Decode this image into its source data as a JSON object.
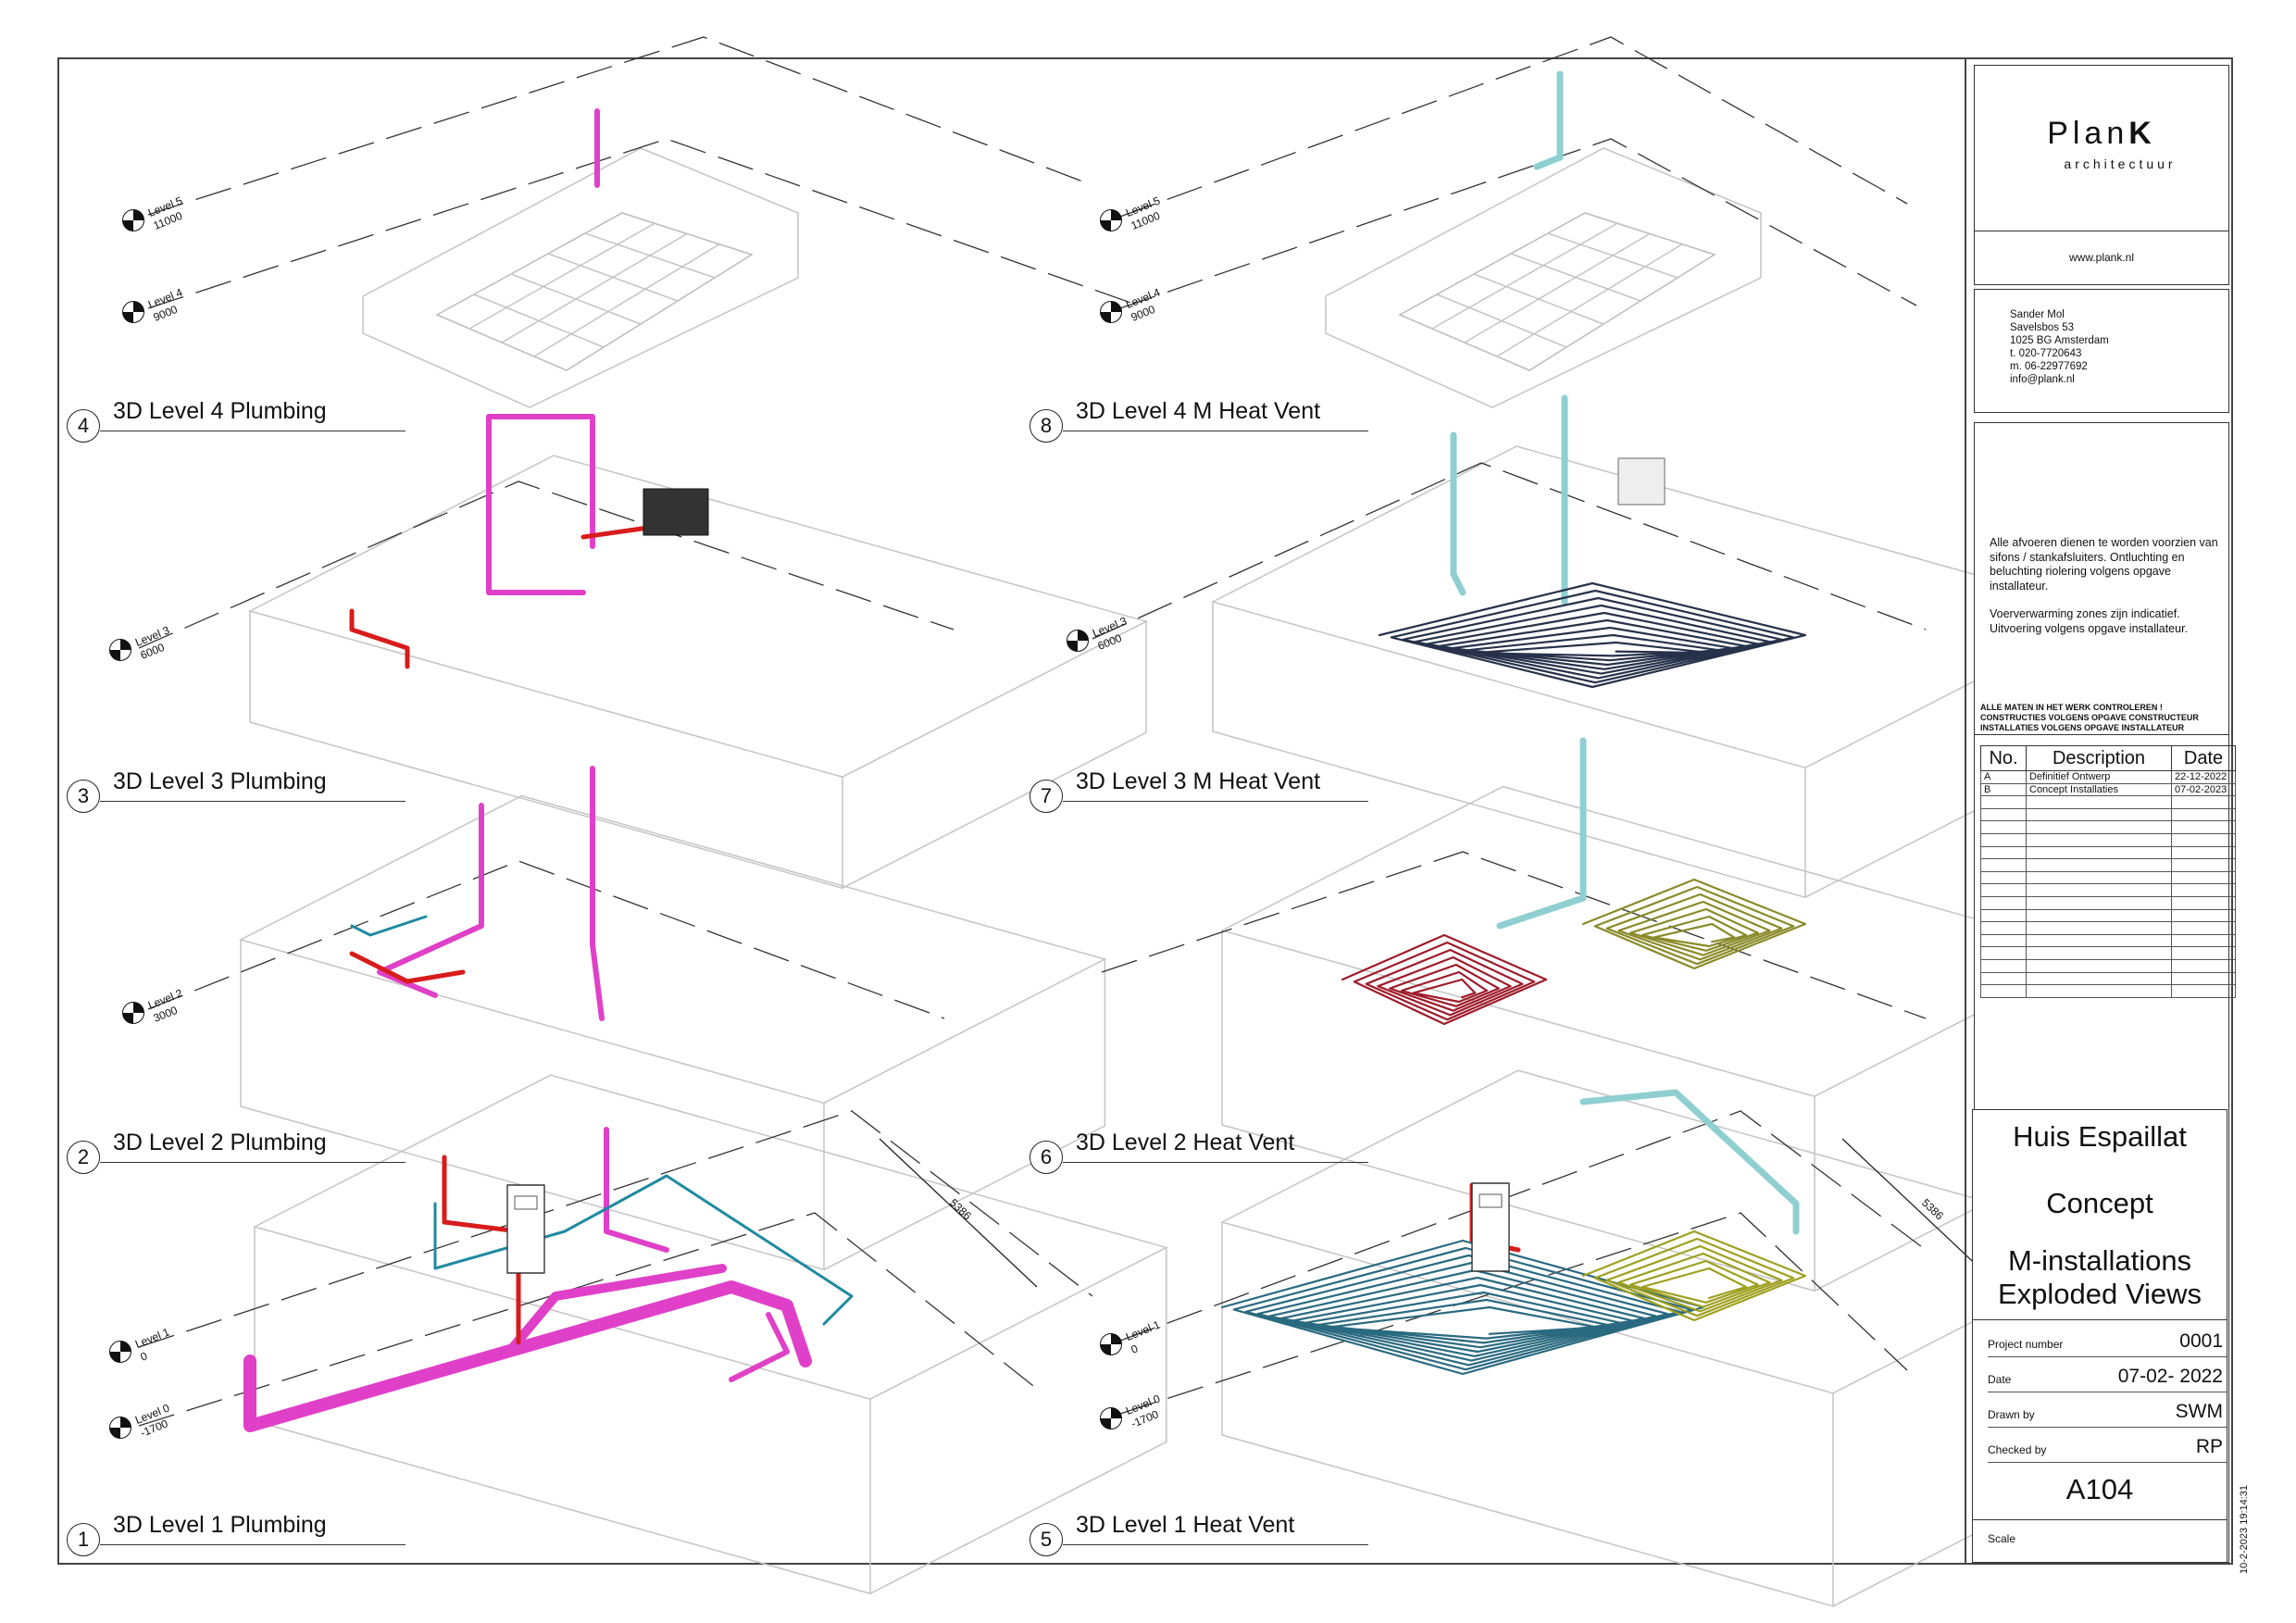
{
  "views": [
    {
      "num": "4",
      "title": "3D Level 4 Plumbing"
    },
    {
      "num": "3",
      "title": "3D Level 3 Plumbing"
    },
    {
      "num": "2",
      "title": "3D Level 2 Plumbing"
    },
    {
      "num": "1",
      "title": "3D Level 1 Plumbing"
    },
    {
      "num": "8",
      "title": "3D Level 4 M Heat Vent"
    },
    {
      "num": "7",
      "title": "3D Level 3 M Heat Vent"
    },
    {
      "num": "6",
      "title": "3D Level 2 Heat Vent"
    },
    {
      "num": "5",
      "title": "3D Level 1 Heat Vent"
    }
  ],
  "levels": {
    "level5": {
      "name": "Level 5",
      "elev": "11000"
    },
    "level4": {
      "name": "Level 4",
      "elev": "9000"
    },
    "level3": {
      "name": "Level 3",
      "elev": "6000"
    },
    "level2": {
      "name": "Level 2",
      "elev": "3000"
    },
    "level1": {
      "name": "Level 1",
      "elev": "0"
    },
    "level0": {
      "name": "Level 0",
      "elev": "-1700"
    }
  },
  "dimension": "5386",
  "titleblock": {
    "logo_main": "Plan",
    "logo_k": "K",
    "logo_sub": "architectuur",
    "website": "www.plank.nl",
    "address": [
      "Sander Mol",
      "Savelsbos 53",
      "1025 BG  Amsterdam",
      "t. 020-7720643",
      "m. 06-22977692",
      "info@plank.nl"
    ],
    "note1": "Alle afvoeren dienen te worden voorzien van sifons / stankafsluiters. Ontluchting en beluchting riolering volgens opgave installateur.",
    "note2": "Voerverwarming zones zijn indicatief. Uitvoering volgens opgave installateur.",
    "caps": [
      "ALLE MATEN IN HET WERK CONTROLEREN !",
      "CONSTRUCTIES VOLGENS OPGAVE CONSTRUCTEUR",
      "INSTALLATIES VOLGENS OPGAVE INSTALLATEUR"
    ],
    "rev_headers": {
      "no": "No.",
      "desc": "Description",
      "date": "Date"
    },
    "revisions": [
      {
        "no": "A",
        "desc": "Definitief Ontwerp",
        "date": "22-12-2022"
      },
      {
        "no": "B",
        "desc": "Concept Installaties",
        "date": "07-02-2023"
      }
    ],
    "project_name": "Huis Espaillat",
    "status": "Concept",
    "sheet_title_1": "M-installations",
    "sheet_title_2": "Exploded Views",
    "project_number_label": "Project number",
    "project_number": "0001",
    "date_label": "Date",
    "date": "07-02- 2022",
    "drawn_by_label": "Drawn by",
    "drawn_by": "SWM",
    "checked_by_label": "Checked by",
    "checked_by": "RP",
    "sheet_number": "A104",
    "scale_label": "Scale",
    "timestamp": "10-2-2023 19:14:31"
  },
  "colors": {
    "sewer": "#e040c8",
    "hot_water": "#d81b1b",
    "cold_water": "#1f8aa0",
    "ventilation": "#8fcfd1",
    "floor_heating_l1": "#2a6a80",
    "floor_heating_l2": "#9e1b2a",
    "floor_heating_l2b": "#8a8a2a",
    "floor_heating_l3": "#27324a",
    "floor_heating_l3b": "#9ea020",
    "building_lines": "#c9c9c9"
  }
}
